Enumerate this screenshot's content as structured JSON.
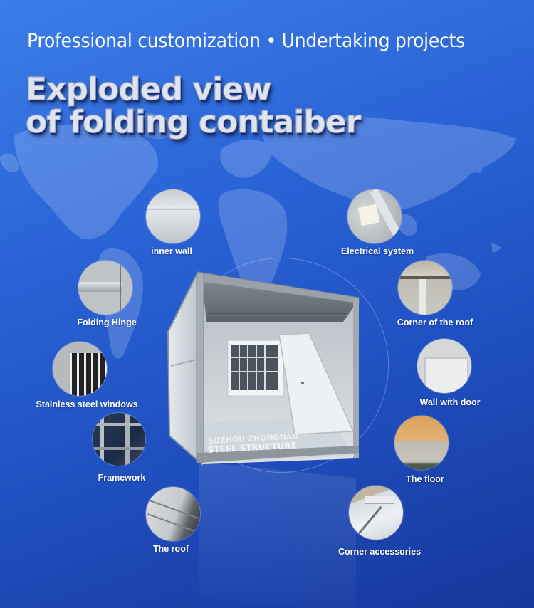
{
  "header": {
    "subtitle": "Professional customization • Undertaking projects",
    "title_line1": "Exploded view",
    "title_line2": "of folding contaiber"
  },
  "product_image": {
    "watermark_line1": "SUZHOU ZHONGNAN",
    "watermark_line2": "STEEL STRUCTURE"
  },
  "components": [
    {
      "id": "inner-wall",
      "label": "inner wall"
    },
    {
      "id": "electrical-system",
      "label": "Electrical system"
    },
    {
      "id": "folding-hinge",
      "label": "Folding Hinge"
    },
    {
      "id": "corner-of-roof",
      "label": "Corner of the roof"
    },
    {
      "id": "stainless-steel-windows",
      "label": "Stainless steel windows"
    },
    {
      "id": "wall-with-door",
      "label": "Wall with door"
    },
    {
      "id": "framework",
      "label": "Framework"
    },
    {
      "id": "floor",
      "label": "The floor"
    },
    {
      "id": "roof",
      "label": "The roof"
    },
    {
      "id": "corner-accessories",
      "label": "Corner accessories"
    }
  ],
  "colors": {
    "background_top": "#3b7ee8",
    "background_bottom": "#15389a",
    "text": "#ffffff",
    "title_fill": "#dfe4ee"
  }
}
